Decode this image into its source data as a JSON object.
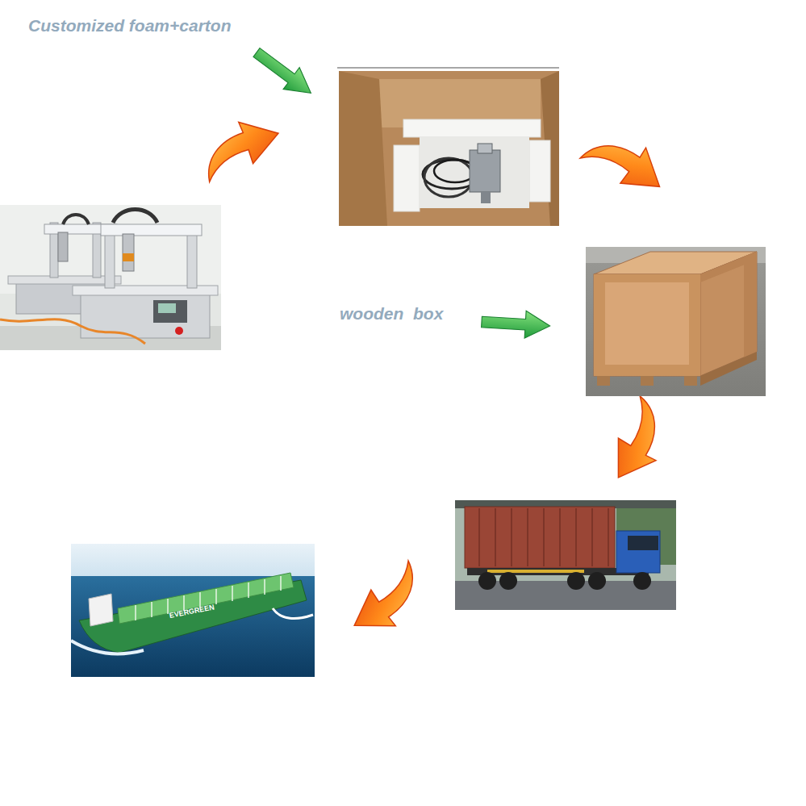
{
  "diagram": {
    "labels": [
      "Customized foam+carton",
      "wooden  box",
      "EVERGREEN"
    ]
  }
}
